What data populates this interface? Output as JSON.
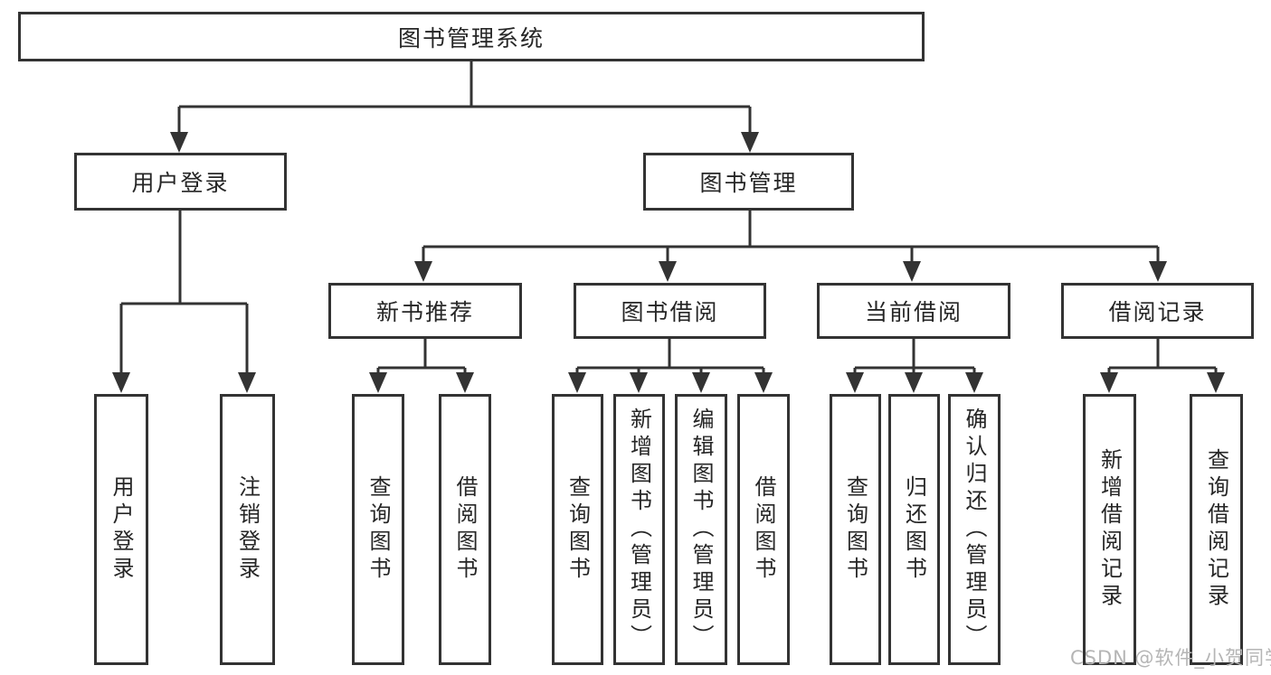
{
  "nodes": {
    "root": "图书管理系统",
    "level2": [
      "用户登录",
      "图书管理"
    ],
    "level3": [
      "新书推荐",
      "图书借阅",
      "当前借阅",
      "借阅记录"
    ],
    "leaves": [
      "用户登录",
      "注销登录",
      "查询图书",
      "借阅图书",
      "查询图书",
      "新增图书（管理员）",
      "编辑图书（管理员）",
      "借阅图书",
      "查询图书",
      "归还图书",
      "确认归还（管理员）",
      "新增借阅记录",
      "查询借阅记录"
    ]
  },
  "watermark": "CSDN @软件_小贺同学",
  "colors": {
    "line": "#333333",
    "box_border": "#333333",
    "text": "#262626",
    "watermark": "#b5b5b5",
    "background": "#ffffff"
  }
}
